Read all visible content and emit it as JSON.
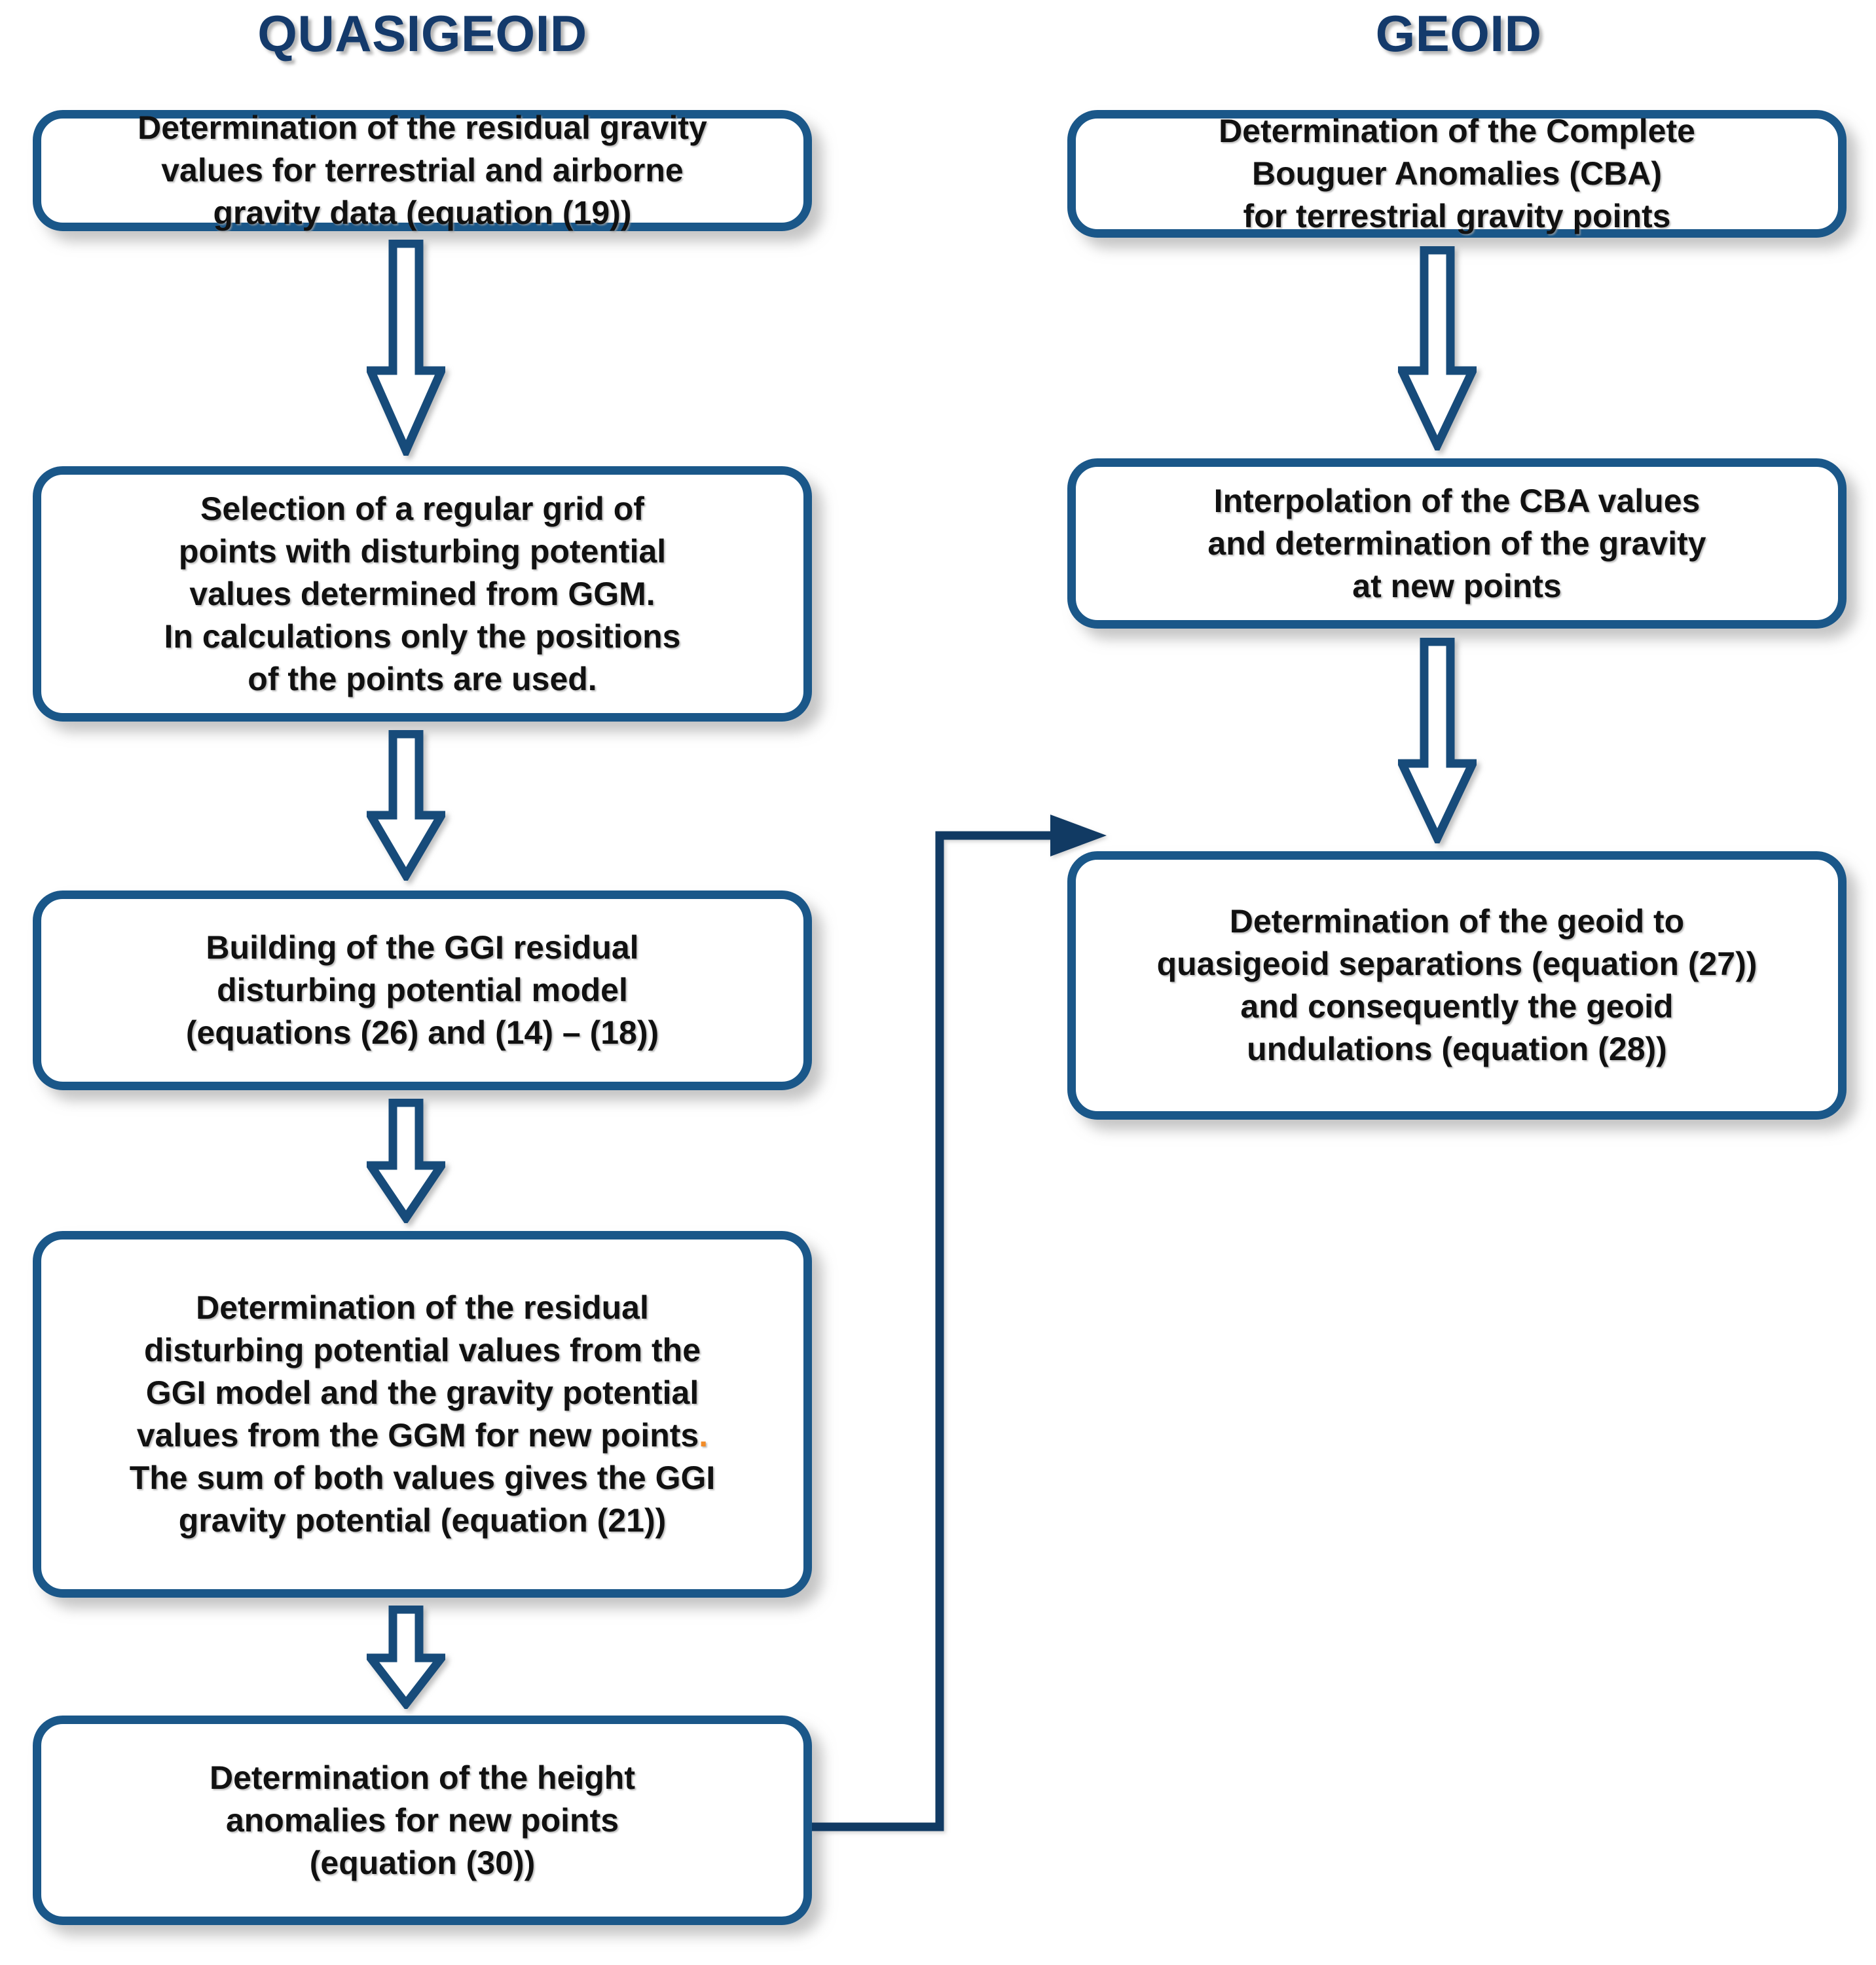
{
  "diagram": {
    "type": "flowchart",
    "accent_color": "#1a5789",
    "title_color": "#143a6b",
    "accent_dot_color": "#f28c28",
    "columns": [
      {
        "id": "quasigeoid",
        "title": "QUASIGEOID",
        "steps": [
          {
            "id": "q1",
            "text": "Determination of the residual gravity\nvalues for terrestrial and airborne\ngravity data  (equation  (19))"
          },
          {
            "id": "q2",
            "text": "Selection of a regular grid of\npoints with disturbing  potential\nvalues determined from GGM.\nIn calculations only the positions\nof the points are used."
          },
          {
            "id": "q3",
            "text": "Building of the GGI residual\ndisturbing potential model\n(equations (26) and (14) – (18))"
          },
          {
            "id": "q4",
            "text_before_dot": "Determination of the residual\ndisturbing potential values from the\nGGI model and the gravity potential\nvalues from the GGM for new points",
            "accent_dot": ".",
            "text_after_dot": "\nThe sum of both values gives the GGI\ngravity potential (equation (21))"
          },
          {
            "id": "q5",
            "text": "Determination of the height\nanomalies for new points\n(equation (30))"
          }
        ]
      },
      {
        "id": "geoid",
        "title": "GEOID",
        "steps": [
          {
            "id": "g1",
            "text": "Determination of the Complete\nBouguer Anomalies (CBA)\nfor terrestrial gravity points"
          },
          {
            "id": "g2",
            "text": "Interpolation of the CBA values\nand determination of the gravity\nat new points"
          },
          {
            "id": "g3",
            "text": "Determination of the geoid to\nquasigeoid separations (equation (27))\nand consequently the geoid\nundulations (equation (28))"
          }
        ]
      }
    ],
    "connectors": [
      {
        "id": "arrow-q1-q2",
        "kind": "block-arrow-down",
        "from": "q1",
        "to": "q2"
      },
      {
        "id": "arrow-q2-q3",
        "kind": "block-arrow-down",
        "from": "q2",
        "to": "q3"
      },
      {
        "id": "arrow-q3-q4",
        "kind": "block-arrow-down",
        "from": "q3",
        "to": "q4"
      },
      {
        "id": "arrow-q4-q5",
        "kind": "block-arrow-down",
        "from": "q4",
        "to": "q5"
      },
      {
        "id": "arrow-g1-g2",
        "kind": "block-arrow-down",
        "from": "g1",
        "to": "g2"
      },
      {
        "id": "arrow-g2-g3",
        "kind": "block-arrow-down",
        "from": "g2",
        "to": "g3"
      },
      {
        "id": "arrow-q5-g3",
        "kind": "elbow-line-arrow",
        "from": "q5",
        "to": "g3"
      }
    ]
  }
}
